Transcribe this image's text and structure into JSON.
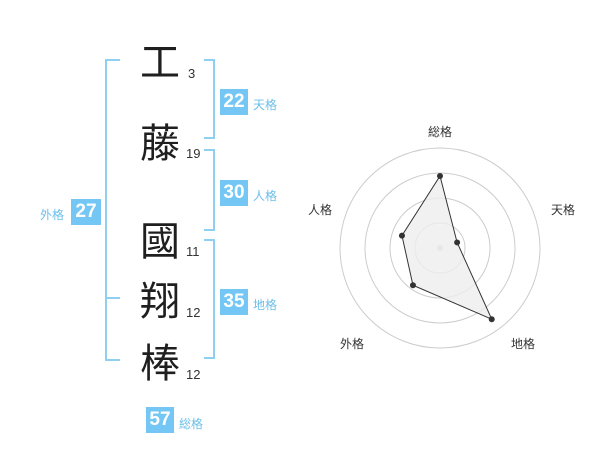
{
  "name_chars": [
    {
      "char": "工",
      "strokes": "3"
    },
    {
      "char": "藤",
      "strokes": "19"
    },
    {
      "char": "國",
      "strokes": "11"
    },
    {
      "char": "翔",
      "strokes": "12"
    },
    {
      "char": "棒",
      "strokes": "12"
    }
  ],
  "fortune": {
    "tenkaku": {
      "value": "22",
      "label": "天格"
    },
    "jinkaku": {
      "value": "30",
      "label": "人格"
    },
    "chikaku": {
      "value": "35",
      "label": "地格"
    },
    "gaikaku": {
      "value": "27",
      "label": "外格"
    },
    "soukaku": {
      "value": "57",
      "label": "総格"
    }
  },
  "radar": {
    "axes": [
      "総格",
      "天格",
      "地格",
      "外格",
      "人格"
    ],
    "values": [
      0.72,
      0.18,
      0.88,
      0.46,
      0.4
    ],
    "ring_count": 4,
    "fill_color": "#eeeeee",
    "line_color": "#333333",
    "ring_color": "#cccccc"
  },
  "colors": {
    "accent": "#74c7f5",
    "bracket": "#8ecff2"
  }
}
